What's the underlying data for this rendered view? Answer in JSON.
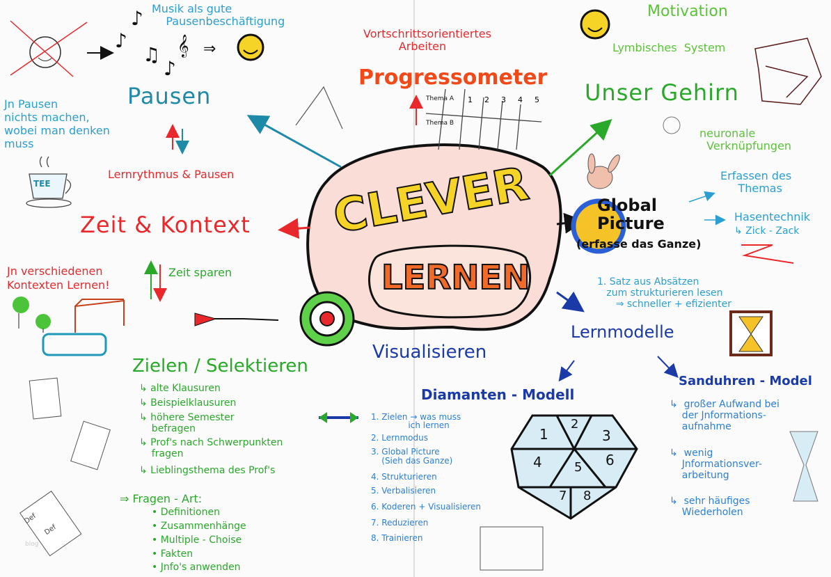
{
  "center": {
    "line1": "CLEVER",
    "line2": "LERNEN"
  },
  "music": {
    "text": "Musik als gute\n    Pausenbeschäftigung",
    "arrow": "⇒"
  },
  "pausen": {
    "title": "Pausen",
    "note": "Jn Pausen\nnichts machen,\nwobei man denken\nmuss",
    "tea_label": "TEE",
    "rhythm": "Lernrythmus & Pausen"
  },
  "zeit": {
    "title": "Zeit & Kontext",
    "contexts": "Jn verschiedenen\nKontexten Lernen!",
    "save": "Zeit sparen"
  },
  "progress": {
    "pre": "Vortschrittsorientiertes\n          Arbeiten",
    "title": "Progressometer",
    "rows": [
      "Thema A",
      "Thema B"
    ],
    "cols": [
      "1",
      "2",
      "3",
      "4",
      "5"
    ]
  },
  "brain": {
    "motivation": "Motivation",
    "limbic": "Lymbisches  System",
    "title": "Unser Gehirn",
    "neural": "neuronale\n  Verknüpfungen"
  },
  "global": {
    "title": "Global\nPicture",
    "sub": "(erfasse das Ganze)",
    "grasp": "Erfassen des\n     Themas",
    "rabbit": "Hasentechnik",
    "zigzag": "↳ Zick - Zack",
    "reading": "1. Satz aus Absätzen\n   zum strukturieren lesen\n      ⇒ schneller + efizienter"
  },
  "zielen": {
    "title": "Zielen / Selektieren",
    "items": [
      "↳ alte Klausuren",
      "↳ Beispielklausuren",
      "↳ höhere Semester\n    befragen",
      "↳ Prof's nach Schwerpunkten\n    fragen",
      "↳ Lieblingsthema des Prof's"
    ],
    "question_type": "⇒ Fragen - Art:",
    "bullets": [
      "• Definitionen",
      "• Zusammenhänge",
      "• Multiple - Choise",
      "• Fakten",
      "• Jnfo's anwenden"
    ],
    "doc_labels": [
      "Def",
      "Def"
    ]
  },
  "visual": {
    "title": "Visualisieren",
    "steps": [
      "1. Zielen → was muss\n              ich lernen",
      "2. Lernmodus",
      "3. Global Picture\n    (Sieh das Ganze)",
      "4. Strukturieren",
      "5. Verbalisieren",
      "6. Koderen + Visualisieren",
      "7. Reduzieren",
      "8. Trainieren"
    ]
  },
  "models": {
    "title": "Lernmodelle",
    "diamond_title": "Diamanten - Modell",
    "diamond_cells": [
      "1",
      "2",
      "3",
      "4",
      "5",
      "6",
      "7",
      "8"
    ],
    "hourglass_title": "Sanduhren - Model",
    "hourglass_items": [
      "↳  großer Aufwand bei\n    der Jnformations-\n    aufnahme",
      "↳  wenig\n    Jnformationsver-\n    arbeitung",
      "↳  sehr häufiges\n    Wiederholen"
    ]
  },
  "watermark": "blog",
  "colors": {
    "red": "#e8282a",
    "teal": "#1e8aa8",
    "green": "#2aa82a",
    "dark_blue": "#1a3aa8",
    "yellow": "#f5d327",
    "orange": "#f04a1a"
  }
}
